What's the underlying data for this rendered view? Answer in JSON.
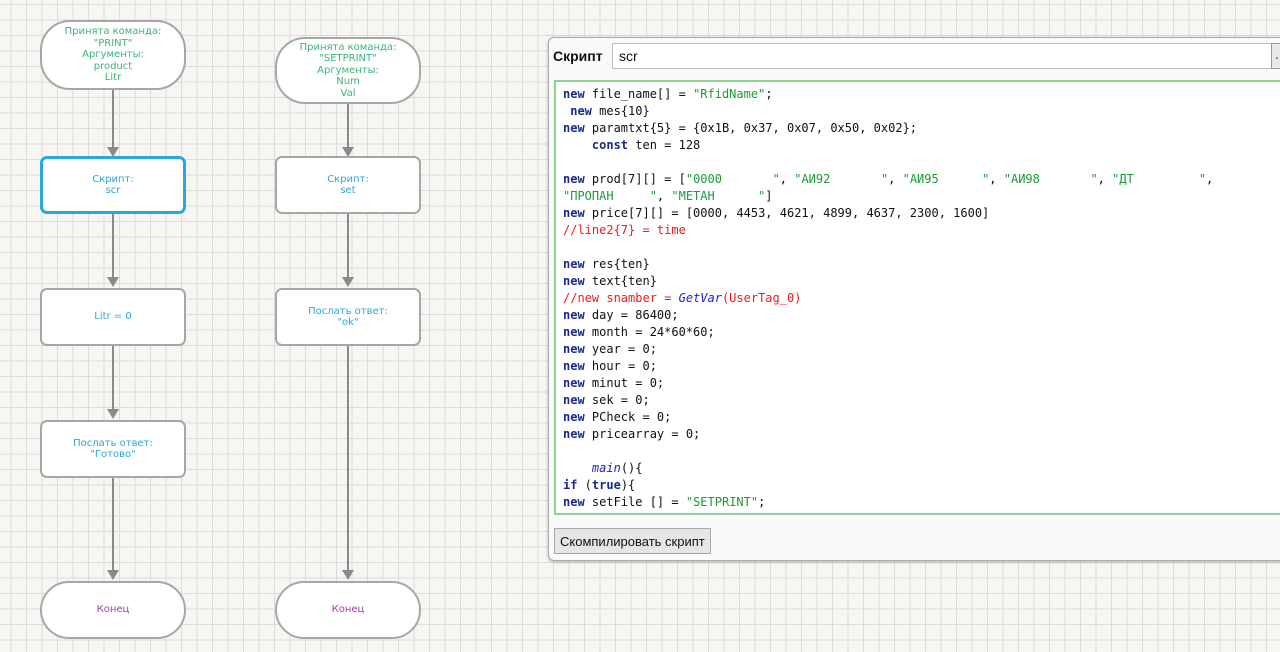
{
  "flowchart": {
    "left": {
      "start": {
        "lines": [
          "Принята команда:",
          "\"PRINT\"",
          "Аргументы:",
          "product",
          "Litr"
        ]
      },
      "script": {
        "lines": [
          "Скрипт:",
          "scr"
        ]
      },
      "assign": {
        "lines": [
          "Litr = 0"
        ]
      },
      "reply": {
        "lines": [
          "Послать ответ:",
          "\"Готово\""
        ]
      },
      "end": {
        "lines": [
          "Конец"
        ]
      }
    },
    "right": {
      "start": {
        "lines": [
          "Принята команда:",
          "\"SETPRINT\"",
          "Аргументы:",
          "Num",
          "Val"
        ]
      },
      "script": {
        "lines": [
          "Скрипт:",
          "set"
        ]
      },
      "reply": {
        "lines": [
          "Послать ответ:",
          "\"ok\""
        ]
      },
      "end": {
        "lines": [
          "Конец"
        ]
      }
    }
  },
  "script_panel": {
    "label": "Скрипт",
    "name_value": "scr",
    "dots_label": "..",
    "compile_label": "Скомпилировать скрипт",
    "code_lines": [
      [
        [
          "kw",
          "new"
        ],
        [
          "txt",
          " file_name[] = "
        ],
        [
          "str",
          "\"RfidName\""
        ],
        [
          "txt",
          ";"
        ]
      ],
      [
        [
          "txt",
          " "
        ],
        [
          "kw",
          "new"
        ],
        [
          "txt",
          " mes{10}"
        ]
      ],
      [
        [
          "kw",
          "new"
        ],
        [
          "txt",
          " paramtxt{5} = {0x1B, 0x37, 0x07, 0x50, 0x02};"
        ]
      ],
      [
        [
          "txt",
          "    "
        ],
        [
          "kw",
          "const"
        ],
        [
          "txt",
          " ten = 128"
        ]
      ],
      [],
      [
        [
          "kw",
          "new"
        ],
        [
          "txt",
          " prod[7][] = ["
        ],
        [
          "str",
          "\"0000       \""
        ],
        [
          "txt",
          ", "
        ],
        [
          "str",
          "\"АИ92       \""
        ],
        [
          "txt",
          ", "
        ],
        [
          "str",
          "\"АИ95      \""
        ],
        [
          "txt",
          ", "
        ],
        [
          "str",
          "\"АИ98       \""
        ],
        [
          "txt",
          ", "
        ],
        [
          "str",
          "\"ДТ         \""
        ],
        [
          "txt",
          ","
        ]
      ],
      [
        [
          "str",
          "\"ПРОПАН     \""
        ],
        [
          "txt",
          ", "
        ],
        [
          "str",
          "\"МЕТАН      \""
        ],
        [
          "txt",
          "]"
        ]
      ],
      [
        [
          "kw",
          "new"
        ],
        [
          "txt",
          " price[7][] = [0000, 4453, 4621, 4899, 4637, 2300, 1600]"
        ]
      ],
      [
        [
          "cmt",
          "//line2{7} = time"
        ]
      ],
      [],
      [
        [
          "kw",
          "new"
        ],
        [
          "txt",
          " res{ten}"
        ]
      ],
      [
        [
          "kw",
          "new"
        ],
        [
          "txt",
          " text{ten}"
        ]
      ],
      [
        [
          "cmt",
          "//new snamber = "
        ],
        [
          "fn",
          "GetVar"
        ],
        [
          "cmt",
          "(UserTag_0)"
        ]
      ],
      [
        [
          "kw",
          "new"
        ],
        [
          "txt",
          " day = 86400;"
        ]
      ],
      [
        [
          "kw",
          "new"
        ],
        [
          "txt",
          " month = 24*60*60;"
        ]
      ],
      [
        [
          "kw",
          "new"
        ],
        [
          "txt",
          " year = 0;"
        ]
      ],
      [
        [
          "kw",
          "new"
        ],
        [
          "txt",
          " hour = 0;"
        ]
      ],
      [
        [
          "kw",
          "new"
        ],
        [
          "txt",
          " minut = 0;"
        ]
      ],
      [
        [
          "kw",
          "new"
        ],
        [
          "txt",
          " sek = 0;"
        ]
      ],
      [
        [
          "kw",
          "new"
        ],
        [
          "txt",
          " PCheck = 0;"
        ]
      ],
      [
        [
          "kw",
          "new"
        ],
        [
          "txt",
          " pricearray = 0;"
        ]
      ],
      [],
      [
        [
          "txt",
          "    "
        ],
        [
          "fn",
          "main"
        ],
        [
          "txt",
          "(){"
        ]
      ],
      [
        [
          "kw",
          "if"
        ],
        [
          "txt",
          " ("
        ],
        [
          "kw",
          "true"
        ],
        [
          "txt",
          "){"
        ]
      ],
      [
        [
          "kw",
          "new"
        ],
        [
          "txt",
          " setFile [] = "
        ],
        [
          "str",
          "\"SETPRINT\""
        ],
        [
          "txt",
          ";"
        ]
      ]
    ]
  }
}
